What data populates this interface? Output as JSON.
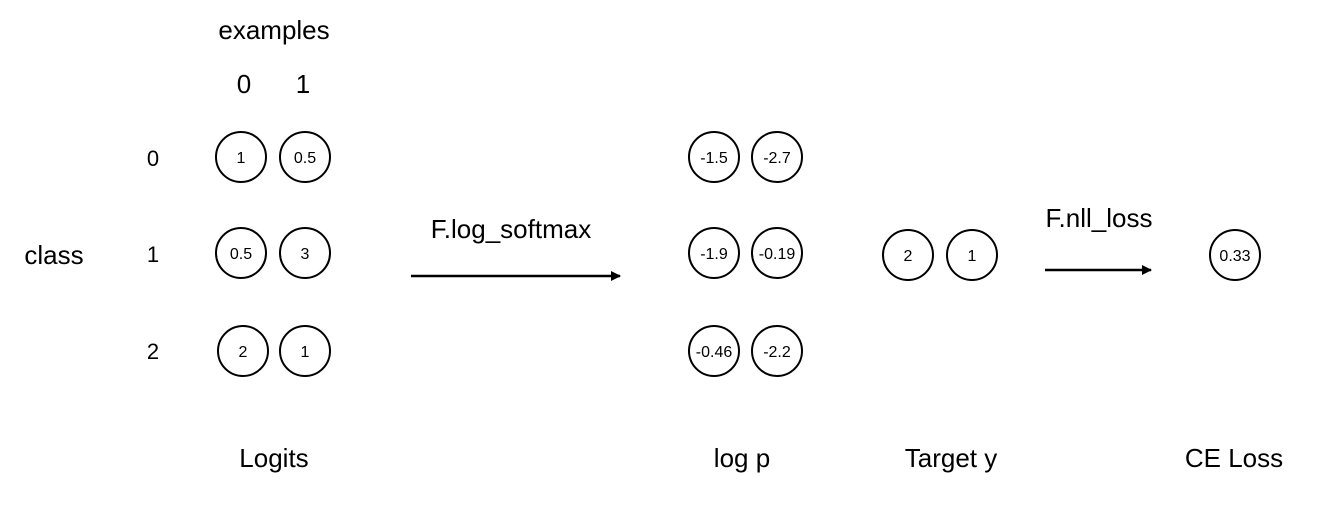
{
  "header": {
    "examples_label": "examples",
    "example_indices": [
      "0",
      "1"
    ]
  },
  "axis": {
    "class_label": "class",
    "class_indices": [
      "0",
      "1",
      "2"
    ]
  },
  "logits": {
    "caption": "Logits",
    "values": [
      [
        "1",
        "0.5"
      ],
      [
        "0.5",
        "3"
      ],
      [
        "2",
        "1"
      ]
    ]
  },
  "log_softmax_arrow": {
    "label": "F.log_softmax"
  },
  "log_p": {
    "caption": "log p",
    "values": [
      [
        "-1.5",
        "-2.7"
      ],
      [
        "-1.9",
        "-0.19"
      ],
      [
        "-0.46",
        "-2.2"
      ]
    ]
  },
  "target": {
    "caption": "Target y",
    "values": [
      "2",
      "1"
    ]
  },
  "nll_loss_arrow": {
    "label": "F.nll_loss"
  },
  "loss": {
    "caption": "CE Loss",
    "value": "0.33"
  }
}
